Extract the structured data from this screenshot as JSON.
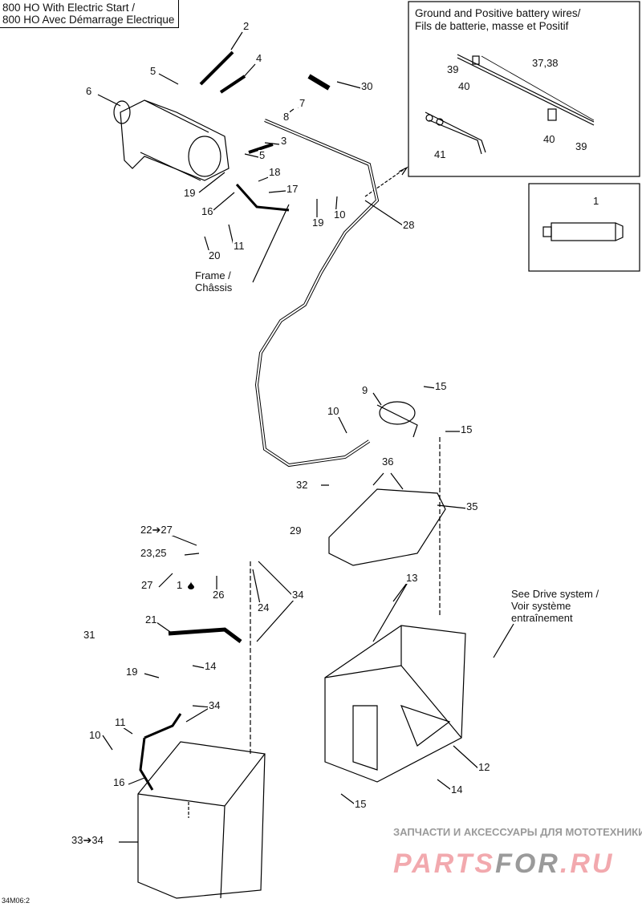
{
  "title": {
    "line1": "800 HO With Electric Start  /",
    "line2": "800 HO Avec Démarrage Electrique"
  },
  "inset_wires": {
    "title_line1": "Ground and Positive battery wires/",
    "title_line2": "Fils de batterie, masse et Positif",
    "callouts": [
      "39",
      "40",
      "37,38",
      "41",
      "40",
      "39"
    ]
  },
  "inset_grease": {
    "callouts": [
      "1"
    ]
  },
  "frame_note": {
    "line1": "Frame /",
    "line2": "Châssis"
  },
  "drive_note": {
    "line1": "See Drive system /",
    "line2": "Voir système",
    "line3": "entraînement"
  },
  "callouts": [
    "2",
    "4",
    "5",
    "6",
    "30",
    "7",
    "8",
    "3",
    "5",
    "18",
    "17",
    "19",
    "16",
    "10",
    "19",
    "28",
    "11",
    "20",
    "9",
    "15",
    "10",
    "15",
    "36",
    "32",
    "35",
    "29",
    "22➔27",
    "23,25",
    "27",
    "1",
    "26",
    "24",
    "34",
    "13",
    "31",
    "21",
    "19",
    "14",
    "34",
    "11",
    "10",
    "16",
    "12",
    "14",
    "15",
    "33➔34"
  ],
  "drop_icon": "oil-drop-icon",
  "diagram_code": "34M06:2",
  "watermark": {
    "tagline": "ЗАПЧАСТИ И АКСЕССУАРЫ ДЛЯ МОТОТЕХНИКИ",
    "logo_part1": "PARTS",
    "logo_part2": "FOR",
    "logo_part3": ".RU",
    "colors": {
      "pink": "#f2a9ae",
      "gray": "#9a9a9a"
    }
  }
}
